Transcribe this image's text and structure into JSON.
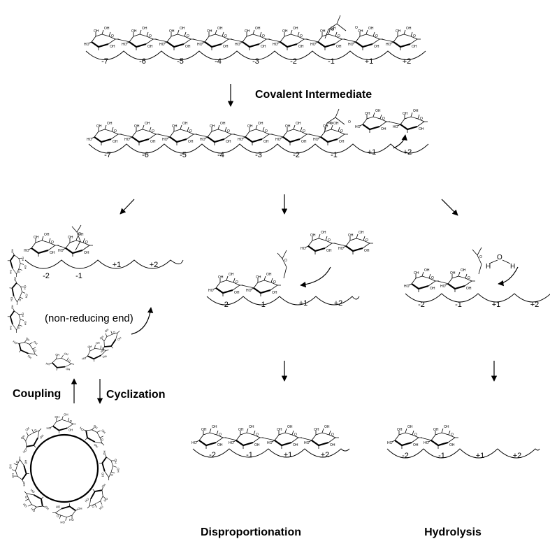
{
  "labels": {
    "covalent_intermediate": "Covalent Intermediate",
    "coupling": "Coupling",
    "cyclization": "Cyclization",
    "disproportionation": "Disproportionation",
    "hydrolysis": "Hydrolysis",
    "non_reducing_end": "(non-reducing end)",
    "water_h": "H",
    "water_o": "O",
    "hydroxyl": "OH",
    "ring_oxygen": "O",
    "hydroxyl_prefix": "HO"
  },
  "subsites": {
    "full": [
      "-7",
      "-6",
      "-5",
      "-4",
      "-3",
      "-2",
      "-1",
      "+1",
      "+2"
    ],
    "short": [
      "-2",
      "-1",
      "+1",
      "+2"
    ]
  }
}
